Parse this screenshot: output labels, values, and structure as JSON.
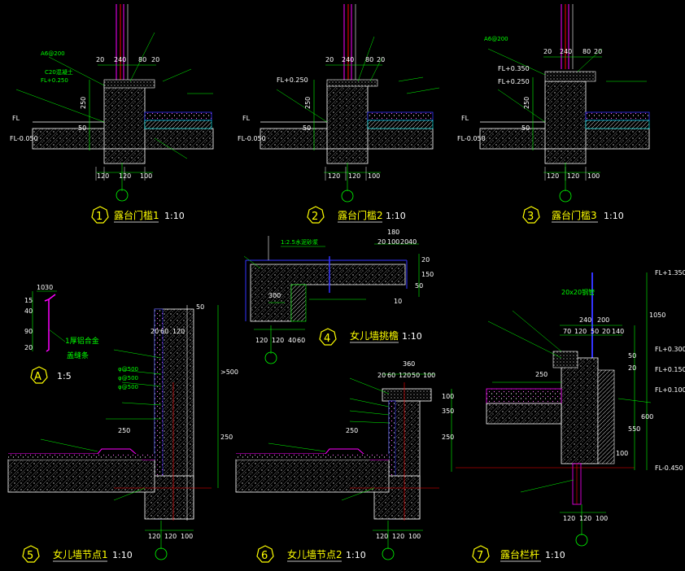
{
  "colors": {
    "background": "#000000",
    "line_white": "#ffffff",
    "line_green": "#00ff00",
    "line_cyan": "#00ffff",
    "line_magenta": "#ff00ff",
    "line_blue": "#3333ff",
    "line_red": "#ff0000",
    "title_yellow": "#ffff00"
  },
  "details": [
    {
      "num": "1",
      "title": "露台门槛1",
      "scale": "1:10",
      "dims_bottom": [
        "120",
        "120",
        "100"
      ],
      "dims_top": [
        "20",
        "240",
        "80",
        "20"
      ],
      "dims_side": [
        "250",
        "50"
      ],
      "labels": [
        "A6@200",
        "C20混凝土",
        "FL+0.250",
        "FL",
        "FL-0.050"
      ]
    },
    {
      "num": "2",
      "title": "露台门槛2",
      "scale": "1:10",
      "dims_bottom": [
        "120",
        "120",
        "100"
      ],
      "dims_top": [
        "20",
        "240",
        "80",
        "20"
      ],
      "dims_side": [
        "250",
        "50"
      ],
      "labels": [
        "FL+0.250",
        "FL",
        "FL-0.050"
      ]
    },
    {
      "num": "3",
      "title": "露台门槛3",
      "scale": "1:10",
      "dims_bottom": [
        "120",
        "120",
        "100"
      ],
      "dims_top": [
        "20",
        "240",
        "80",
        "20"
      ],
      "dims_side": [
        "250",
        "50"
      ],
      "labels": [
        "A6@200",
        "FL+0.350",
        "FL+0.250",
        "FL",
        "FL-0.050"
      ]
    },
    {
      "num": "4",
      "title": "女儿墙挑檐",
      "scale": "1:10",
      "dims_bottom": [
        "120",
        "120",
        "40",
        "60"
      ],
      "dims_top": [
        "180",
        "20",
        "100",
        "20",
        "40"
      ],
      "dims_side": [
        "20",
        "150",
        "50",
        "10"
      ],
      "labels": [
        "1:2.5水泥砂浆",
        "300"
      ]
    },
    {
      "num": "5",
      "title": "女儿墙节点1",
      "scale": "1:10",
      "dims_bottom": [
        "120",
        "120",
        "100"
      ],
      "dims_top": [
        "20",
        "60",
        "120",
        "50"
      ],
      "dims_side": [
        ">500",
        "250"
      ],
      "labels": [
        "250",
        "φ@500",
        "φ@500",
        "φ@500"
      ]
    },
    {
      "num": "6",
      "title": "女儿墙节点2",
      "scale": "1:10",
      "dims_bottom": [
        "120",
        "120",
        "100"
      ],
      "dims_top": [
        "360",
        "20",
        "60",
        "120",
        "50",
        "100"
      ],
      "dims_side": [
        "250",
        "350",
        "100"
      ],
      "labels": [
        "250"
      ]
    },
    {
      "num": "7",
      "title": "露台栏杆",
      "scale": "1:10",
      "dims_bottom": [
        "120",
        "120",
        "100"
      ],
      "dims_top": [
        "240",
        "70",
        "120",
        "50",
        "20",
        "140"
      ],
      "dims_side": [
        "1050",
        "550",
        "600",
        "100",
        "50",
        "20"
      ],
      "labels": [
        "20x20钢管",
        "FL+1.350",
        "FL+0.300",
        "FL+0.150",
        "FL+0.100",
        "FL-0.450",
        "250",
        "200"
      ]
    },
    {
      "num": "A",
      "title": "1厚铝合金",
      "subtitle": "盖缝条",
      "scale": "1:5",
      "dims_side": [
        "15",
        "40",
        "90",
        "20"
      ],
      "dims_top": [
        "10",
        "30"
      ],
      "labels": []
    }
  ]
}
